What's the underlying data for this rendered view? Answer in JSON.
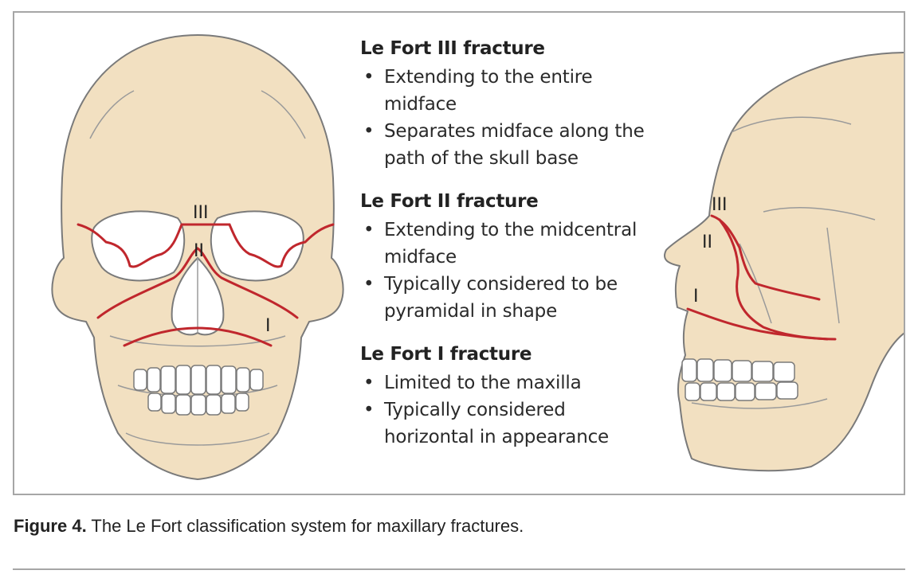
{
  "sections": [
    {
      "title": "Le Fort III fracture",
      "bullets": [
        "Extending to the entire midface",
        "Separates midface along the path of the skull base"
      ]
    },
    {
      "title": "Le Fort II fracture",
      "bullets": [
        "Extending to the midcentral midface",
        "Typically considered to be pyramidal in shape"
      ]
    },
    {
      "title": "Le Fort I fracture",
      "bullets": [
        "Limited to the maxilla",
        "Typically considered horizontal in appearance"
      ]
    }
  ],
  "labels": {
    "roman_3": "III",
    "roman_2": "II",
    "roman_1": "I"
  },
  "caption": {
    "label": "Figure 4.",
    "text": " The Le Fort classification system for maxillary fractures."
  },
  "colors": {
    "bone": "#f2e0c1",
    "outline": "#7a7a7a",
    "fracture_line": "#c0272d",
    "border": "#a6a6a6"
  }
}
